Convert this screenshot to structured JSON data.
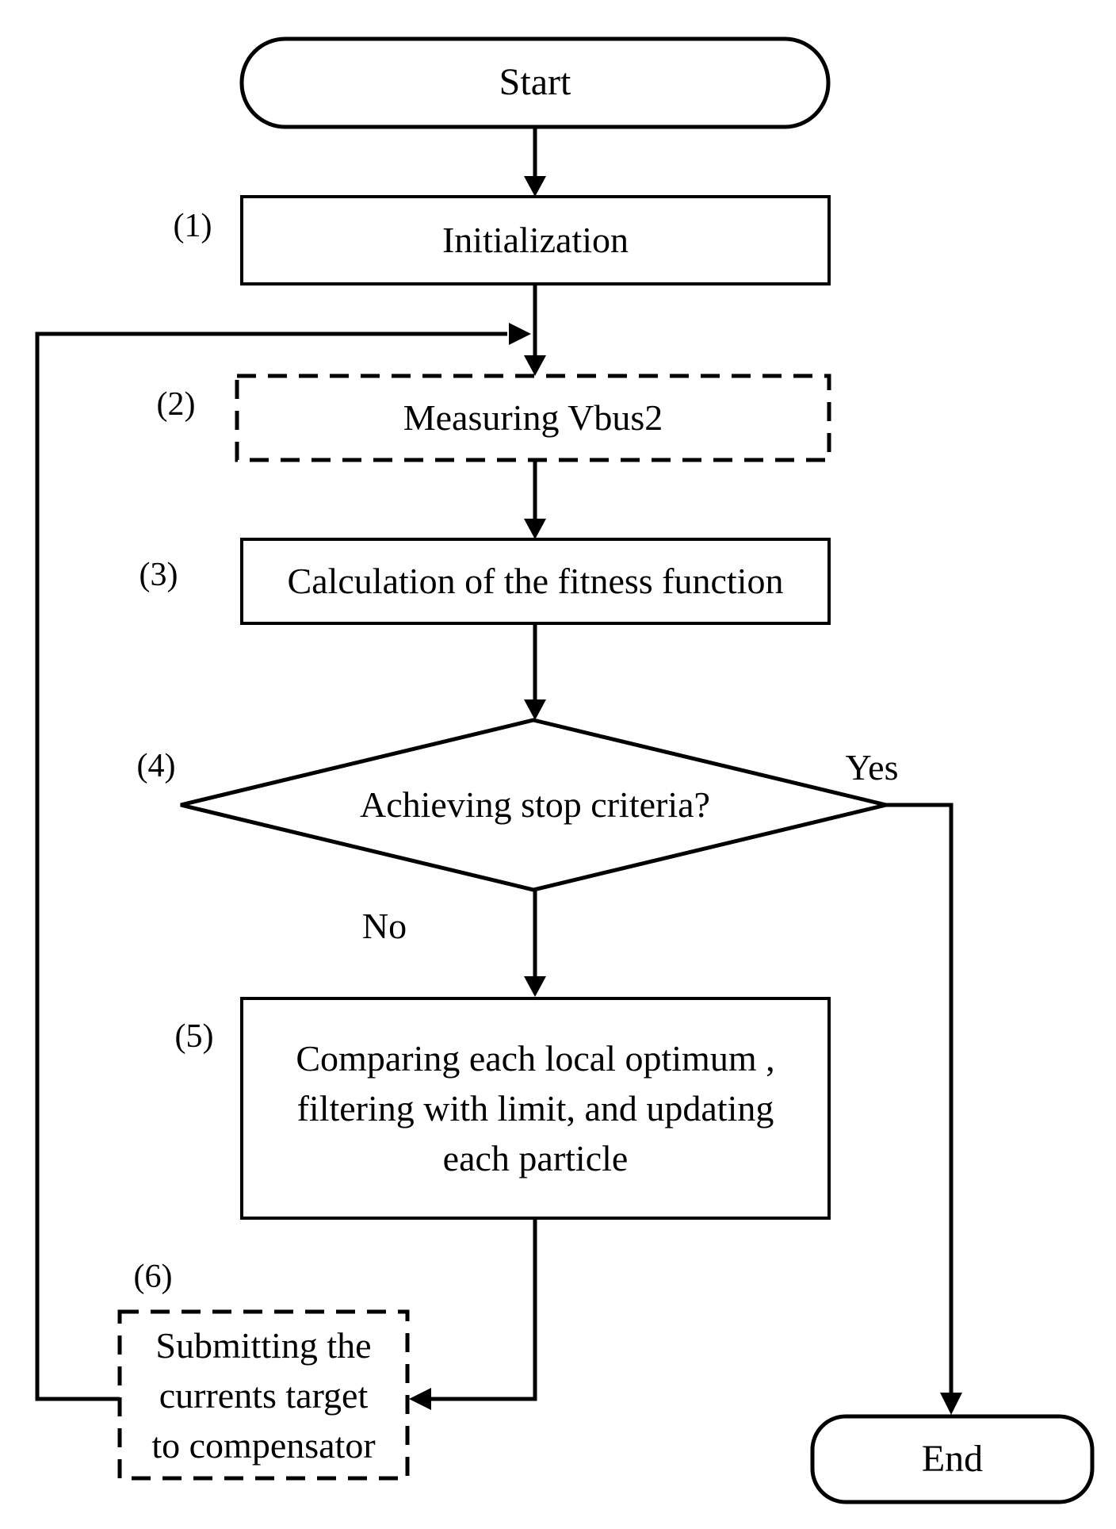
{
  "flowchart": {
    "nodes": {
      "start": {
        "label": "Start"
      },
      "step1": {
        "number": "(1)",
        "label": "Initialization"
      },
      "step2": {
        "number": "(2)",
        "label": "Measuring Vbus2"
      },
      "step3": {
        "number": "(3)",
        "label": "Calculation of the fitness function"
      },
      "step4": {
        "number": "(4)",
        "label": "Achieving stop criteria?"
      },
      "step5": {
        "number": "(5)",
        "lines": [
          "Comparing each local optimum ,",
          "filtering with limit, and updating",
          "each particle"
        ]
      },
      "step6": {
        "number": "(6)",
        "lines": [
          "Submitting the",
          "currents target",
          "to compensator"
        ]
      },
      "end": {
        "label": "End"
      }
    },
    "branch_labels": {
      "yes": "Yes",
      "no": "No"
    },
    "colors": {
      "line": "#000000",
      "background": "#ffffff"
    }
  }
}
